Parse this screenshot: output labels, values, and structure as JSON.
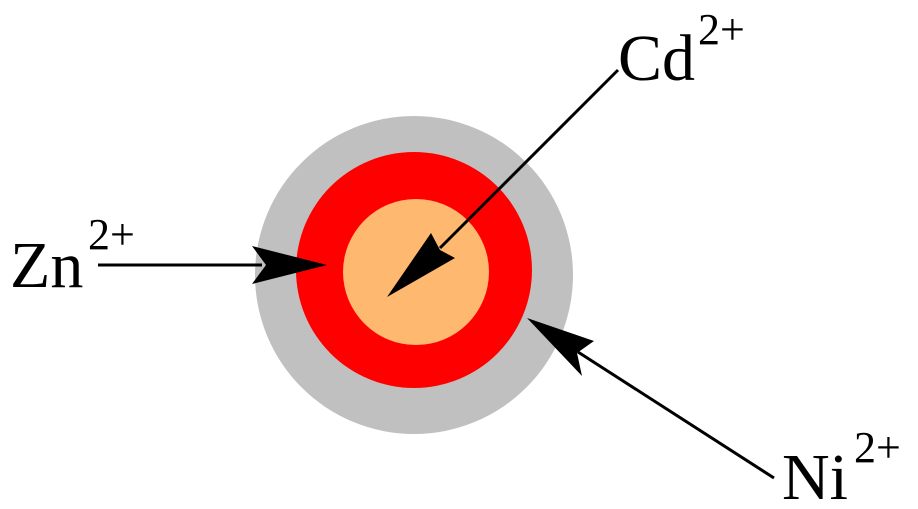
{
  "colors": {
    "background": "#ffffff",
    "outer_shell": "#c0c0c0",
    "middle_shell": "#ff0000",
    "core": "#ffb870",
    "arrow": "#000000",
    "text": "#000000"
  },
  "labels": {
    "zn": {
      "symbol": "Zn",
      "charge": "2+"
    },
    "cd": {
      "symbol": "Cd",
      "charge": "2+"
    },
    "ni": {
      "symbol": "Ni",
      "charge": "2+"
    }
  }
}
